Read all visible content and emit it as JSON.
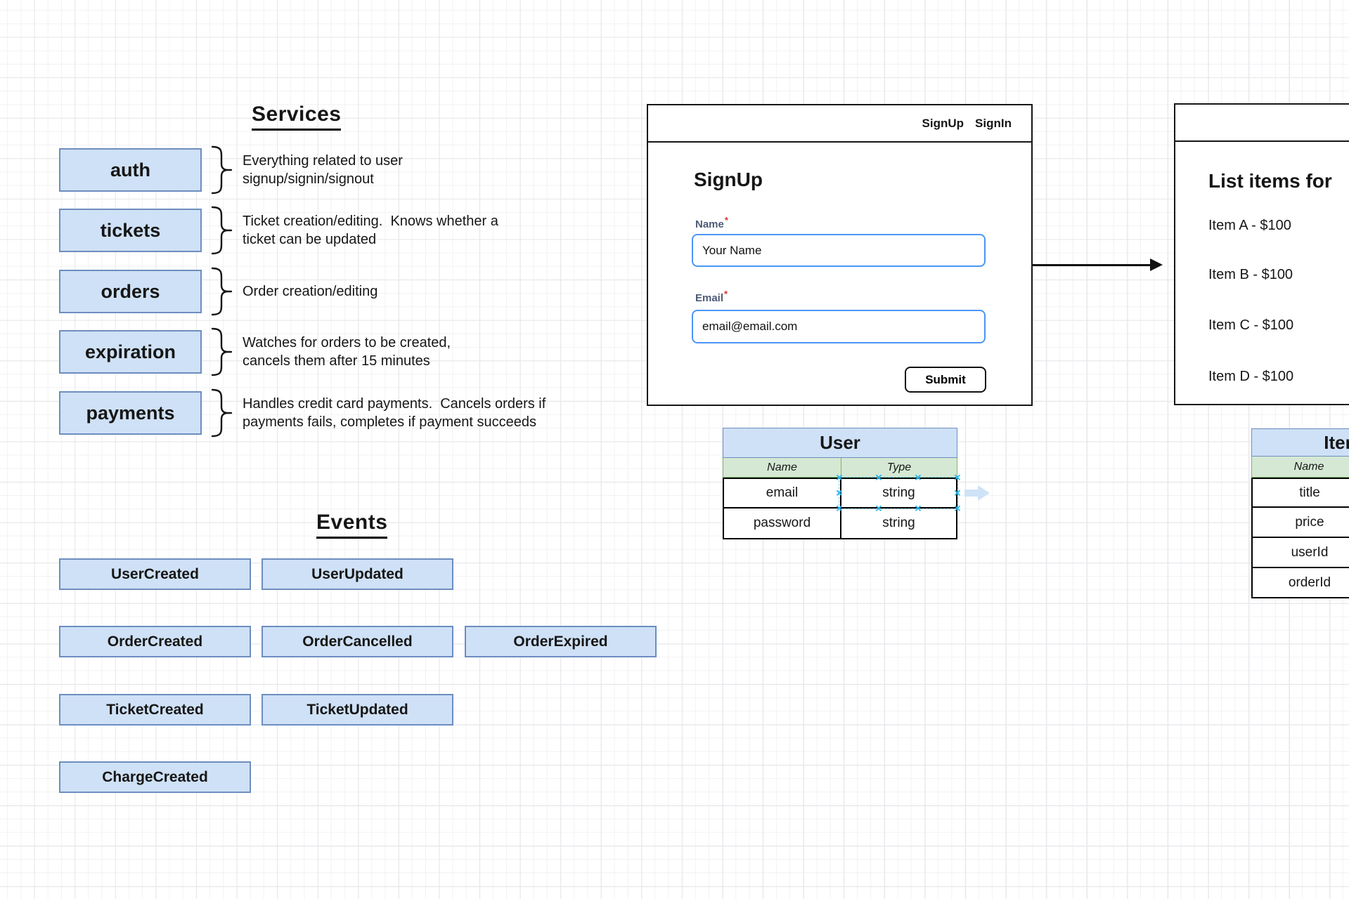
{
  "services": {
    "heading": "Services",
    "items": [
      {
        "label": "auth",
        "description": "Everything related to user\nsignup/signin/signout"
      },
      {
        "label": "tickets",
        "description": "Ticket creation/editing.  Knows whether a\nticket can be updated"
      },
      {
        "label": "orders",
        "description": "Order creation/editing"
      },
      {
        "label": "expiration",
        "description": "Watches for orders to be created,\ncancels them after 15 minutes"
      },
      {
        "label": "payments",
        "description": "Handles credit card payments.  Cancels orders if\npayments fails, completes if payment succeeds"
      }
    ]
  },
  "events": {
    "heading": "Events",
    "rows": [
      [
        "UserCreated",
        "UserUpdated"
      ],
      [
        "OrderCreated",
        "OrderCancelled",
        "OrderExpired"
      ],
      [
        "TicketCreated",
        "TicketUpdated"
      ],
      [
        "ChargeCreated"
      ]
    ]
  },
  "signup_wireframe": {
    "nav": {
      "signup": "SignUp",
      "signin": "SignIn"
    },
    "heading": "SignUp",
    "name_label": "Name",
    "email_label": "Email",
    "required_marker": "*",
    "name_value": "Your Name",
    "email_value": "email@email.com",
    "submit_label": "Submit"
  },
  "list_wireframe": {
    "heading": "List items for",
    "items": [
      "Item A - $100",
      "Item B - $100",
      "Item C - $100",
      "Item D - $100"
    ]
  },
  "user_table": {
    "title": "User",
    "columns": {
      "name": "Name",
      "type": "Type"
    },
    "rows": [
      {
        "name": "email",
        "type": "string"
      },
      {
        "name": "password",
        "type": "string"
      }
    ]
  },
  "item_table": {
    "title": "Item",
    "columns": {
      "name": "Name"
    },
    "rows": [
      {
        "name": "title"
      },
      {
        "name": "price"
      },
      {
        "name": "userId"
      },
      {
        "name": "orderId"
      }
    ]
  },
  "colors": {
    "box_fill": "#cfe1f6",
    "box_stroke": "#6c8ebf",
    "header_blue": "#cfe1f6",
    "header_green": "#d5e8d4",
    "green_stroke": "#82b366",
    "input_blue": "#4b96f5",
    "selection_cyan": "#29b6f2",
    "faded_arrow": "#cfe3f7",
    "label_slate": "#4d5b77",
    "required_red": "#e03131"
  }
}
